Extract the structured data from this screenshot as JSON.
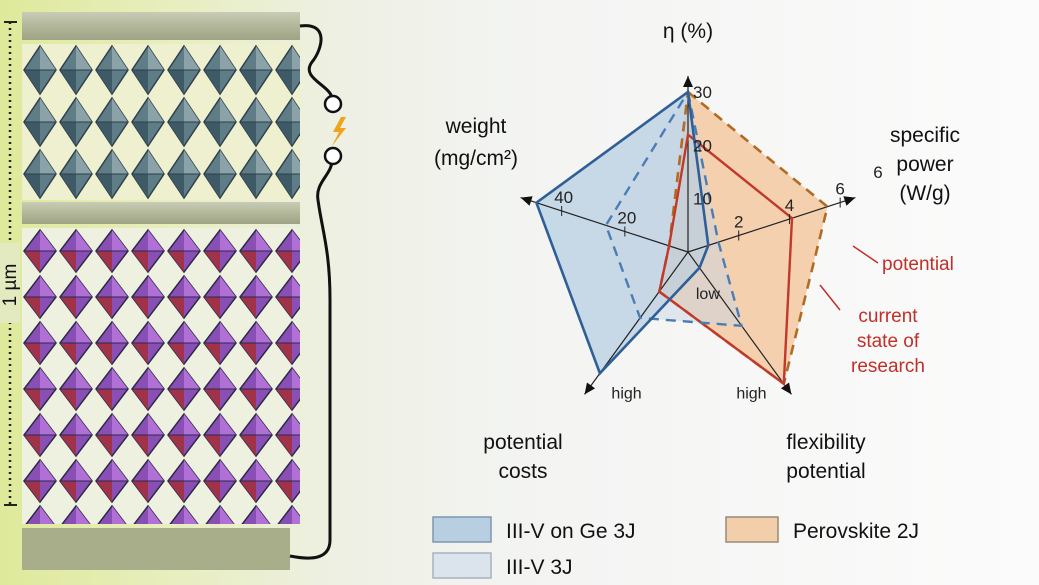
{
  "colors": {
    "iii_v_ge": "#2f5f97",
    "iii_v_ge_fill": "#a9c6de",
    "iii_v_3j": "#4a7db3",
    "perovskite_line": "#c0392b",
    "perovskite_dash": "#b26b22",
    "perovskite_fill": "#f3c9a2",
    "red_text": "#c0302a"
  },
  "stack": {
    "scale_label": "1 µm"
  },
  "chart_data": {
    "type": "radar",
    "axes": [
      {
        "id": "eta",
        "label_lines": [
          "η (%)"
        ],
        "ticks": [
          "10",
          "20",
          "30"
        ]
      },
      {
        "id": "specific_power",
        "label_lines": [
          "specific",
          "power",
          "(W/g)"
        ],
        "ticks": [
          "2",
          "4",
          "6"
        ]
      },
      {
        "id": "flexibility",
        "label_lines": [
          "flexibility",
          "potential"
        ],
        "ticks": [
          "low",
          "high"
        ]
      },
      {
        "id": "costs",
        "label_lines": [
          "potential",
          "costs"
        ],
        "ticks": [
          "high"
        ]
      },
      {
        "id": "weight",
        "label_lines": [
          "weight",
          "(mg/cm²)"
        ],
        "ticks": [
          "20",
          "40"
        ]
      }
    ],
    "series": [
      {
        "name": "III-V on Ge 3J",
        "style": "solid",
        "values": {
          "eta": 30,
          "specific_power": 0.8,
          "flexibility": 0.12,
          "costs": 0.92,
          "weight": 48
        }
      },
      {
        "name": "III-V 3J",
        "style": "dashed",
        "values": {
          "eta": 30,
          "specific_power": 1.2,
          "flexibility": 0.56,
          "costs": 0.5,
          "weight": 26
        }
      },
      {
        "name": "Perovskite 2J",
        "style": "dashed",
        "values": {
          "eta": 30,
          "specific_power": 5.5,
          "flexibility": 1.0,
          "costs": 0.3,
          "weight": 6
        }
      },
      {
        "name": "current state of research",
        "style": "solid",
        "values": {
          "eta": 22,
          "specific_power": 4.1,
          "flexibility": 1.0,
          "costs": 0.3,
          "weight": 6
        }
      }
    ],
    "annotations": [
      "potential",
      "current state of research"
    ],
    "legend": [
      "III-V on Ge 3J",
      "Perovskite 2J",
      "III-V 3J"
    ]
  }
}
